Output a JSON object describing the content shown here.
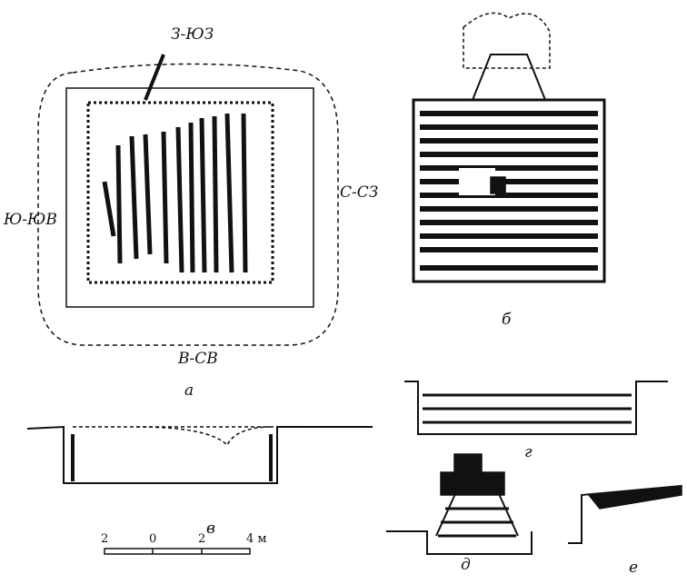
{
  "labels": {
    "north": "З-ЮЗ",
    "west": "Ю-ЮВ",
    "east": "С-СЗ",
    "south": "В-СВ",
    "fig_a": "а",
    "fig_b": "б",
    "fig_v": "в",
    "fig_g": "г",
    "fig_d": "д",
    "fig_e": "е"
  },
  "scale": {
    "ticks": [
      "2",
      "0",
      "2",
      "4 м"
    ]
  },
  "colors": {
    "ink": "#111111",
    "paper": "#ffffff"
  }
}
